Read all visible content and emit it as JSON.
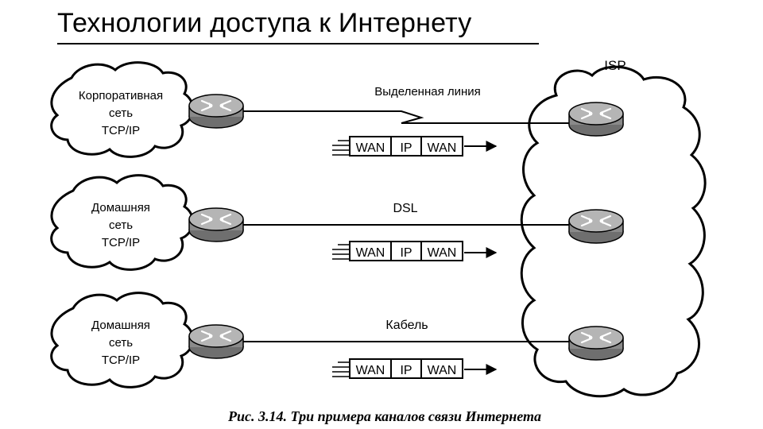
{
  "slide": {
    "title": "Технологии доступа к Интернету",
    "caption": "Рис. 3.14. Три примера каналов связи Интернета"
  },
  "isp": {
    "label": "ISP"
  },
  "rows": [
    {
      "cloud_lines": [
        "Корпоративная",
        "сеть",
        "TCP/IP"
      ],
      "link_label": "Выделенная линия",
      "link_type": "leased-line-zigzag",
      "frame": [
        "WAN",
        "IP",
        "WAN"
      ]
    },
    {
      "cloud_lines": [
        "Домашняя",
        "сеть",
        "TCP/IP"
      ],
      "link_label": "DSL",
      "link_type": "straight",
      "frame": [
        "WAN",
        "IP",
        "WAN"
      ]
    },
    {
      "cloud_lines": [
        "Домашняя",
        "сеть",
        "TCP/IP"
      ],
      "link_label": "Кабель",
      "link_type": "straight",
      "frame": [
        "WAN",
        "IP",
        "WAN"
      ]
    }
  ],
  "icons": {
    "router": "router-icon",
    "cloud": "cloud-icon",
    "arrow": "arrow-right-icon"
  },
  "colors": {
    "ink": "#000000",
    "router_fill": "#9a9a9a",
    "background": "#ffffff"
  }
}
